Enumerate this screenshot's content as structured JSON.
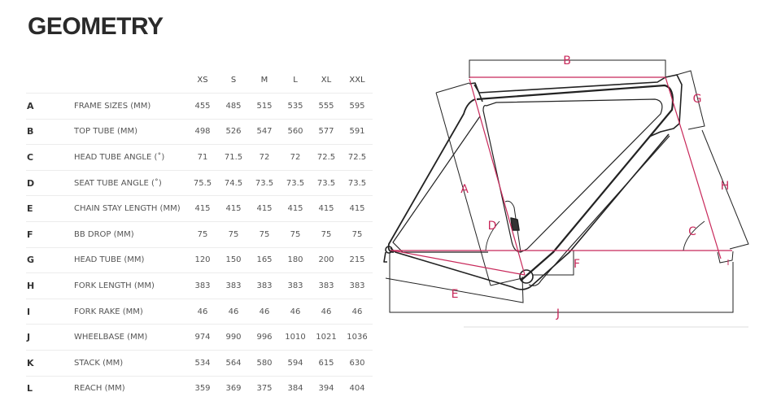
{
  "title": "GEOMETRY",
  "sizes": [
    "XS",
    "S",
    "M",
    "L",
    "XL",
    "XXL"
  ],
  "rows": [
    {
      "code": "A",
      "name": "FRAME SIZES (MM)",
      "values": [
        "455",
        "485",
        "515",
        "535",
        "555",
        "595"
      ]
    },
    {
      "code": "B",
      "name": "TOP TUBE (MM)",
      "values": [
        "498",
        "526",
        "547",
        "560",
        "577",
        "591"
      ]
    },
    {
      "code": "C",
      "name": "HEAD TUBE ANGLE (˚)",
      "values": [
        "71",
        "71.5",
        "72",
        "72",
        "72.5",
        "72.5"
      ]
    },
    {
      "code": "D",
      "name": "SEAT TUBE ANGLE (˚)",
      "values": [
        "75.5",
        "74.5",
        "73.5",
        "73.5",
        "73.5",
        "73.5"
      ]
    },
    {
      "code": "E",
      "name": "CHAIN STAY LENGTH (MM)",
      "values": [
        "415",
        "415",
        "415",
        "415",
        "415",
        "415"
      ]
    },
    {
      "code": "F",
      "name": "BB DROP (MM)",
      "values": [
        "75",
        "75",
        "75",
        "75",
        "75",
        "75"
      ]
    },
    {
      "code": "G",
      "name": "HEAD TUBE (MM)",
      "values": [
        "120",
        "150",
        "165",
        "180",
        "200",
        "215"
      ]
    },
    {
      "code": "H",
      "name": "FORK LENGTH (MM)",
      "values": [
        "383",
        "383",
        "383",
        "383",
        "383",
        "383"
      ]
    },
    {
      "code": "I",
      "name": "FORK RAKE (MM)",
      "values": [
        "46",
        "46",
        "46",
        "46",
        "46",
        "46"
      ]
    },
    {
      "code": "J",
      "name": "WHEELBASE (MM)",
      "values": [
        "974",
        "990",
        "996",
        "1010",
        "1021",
        "1036"
      ]
    },
    {
      "code": "K",
      "name": "STACK (MM)",
      "values": [
        "534",
        "564",
        "580",
        "594",
        "615",
        "630"
      ]
    },
    {
      "code": "L",
      "name": "REACH (MM)",
      "values": [
        "359",
        "369",
        "375",
        "384",
        "394",
        "404"
      ]
    }
  ],
  "diagram": {
    "labels": {
      "A": "A",
      "B": "B",
      "C": "C",
      "D": "D",
      "E": "E",
      "F": "F",
      "G": "G",
      "H": "H",
      "I": "I",
      "J": "J"
    },
    "accent_color": "#c8285a",
    "line_color": "#222222"
  }
}
